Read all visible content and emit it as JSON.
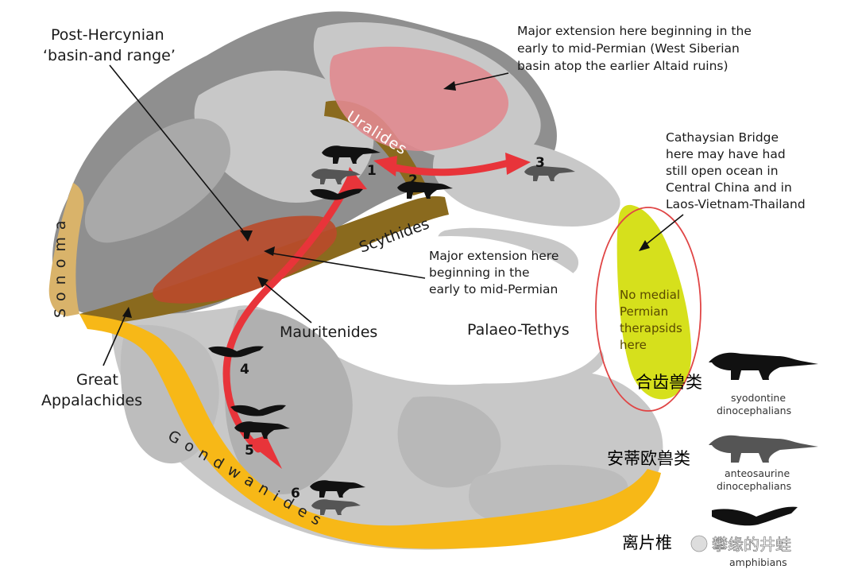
{
  "labels": {
    "post_hercynian": [
      "Post-Hercynian",
      "‘basin-and range’"
    ],
    "siberian_ext": [
      "Major extension here beginning in the",
      "early to mid-Permian (West Siberian",
      "basin atop the earlier Altaid ruins)"
    ],
    "cathaysian": [
      "Cathaysian Bridge",
      "here may have had",
      "still open ocean in",
      "Central China and in",
      "Laos-Vietnam-Thailand"
    ],
    "major_ext": [
      "Major extension here",
      "beginning in the",
      "early to mid-Permian"
    ],
    "no_medial": [
      "No medial",
      "Permian",
      "therapsids",
      "here"
    ],
    "uralides": "Uralides",
    "scythides": "Scythides",
    "sonoma": "Sonoma",
    "mauritenides": "Mauritenides",
    "palaeo_tethys": "Palaeo-Tethys",
    "great_appalachides": [
      "Great",
      "Appalachides"
    ],
    "gondwanides": "Gondwanides"
  },
  "sites": [
    "1",
    "2",
    "3",
    "4",
    "5",
    "6"
  ],
  "legend": [
    {
      "cn": "合齿兽类",
      "en": [
        "syodontine",
        "dinocephalians"
      ]
    },
    {
      "cn": "安蒂欧兽类",
      "en": [
        "anteosaurine",
        "dinocephalians"
      ]
    },
    {
      "cn": "离片椎",
      "en": [
        "amphibians"
      ]
    }
  ],
  "watermark": "攀缘的井蛙",
  "colors": {
    "land": "#c8c8c8",
    "land_dark": "#8f8f8f",
    "ocean": "#ffffff",
    "orogen_brown": "#8a6a1e",
    "gondwanides": "#f7b817",
    "sonoma": "#d9b36a",
    "extension_red": "#b94a2a",
    "siberian_pink": "#e08a8f",
    "arrow_red": "#e8343a",
    "cathaysia_yellow": "#d6e01c"
  }
}
